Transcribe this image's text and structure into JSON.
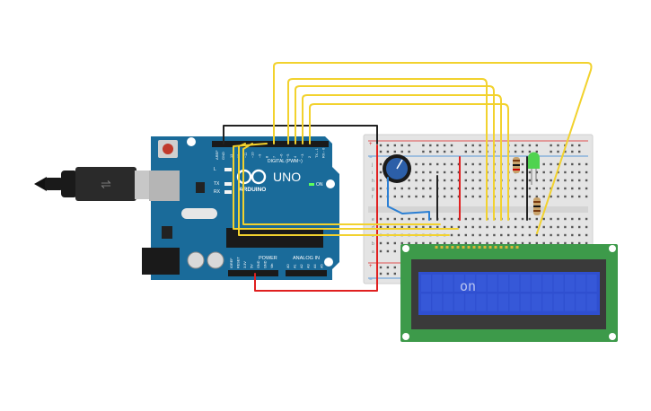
{
  "arduino": {
    "brand": "ARDUINO",
    "model": "UNO",
    "on_label": "ON",
    "tx_label": "TX",
    "rx_label": "RX",
    "l_label": "L",
    "digital_label": "DIGITAL (PWM~)",
    "power_label": "POWER",
    "analog_label": "ANALOG IN",
    "aref_label": "AREF",
    "gnd_label": "GND",
    "pin_labels_digital": [
      "13",
      "12",
      "~11",
      "~10",
      "~9",
      "8",
      "7",
      "~6",
      "~5",
      "4",
      "~3",
      "2",
      "TX→1",
      "RX←0"
    ],
    "pin_labels_power": [
      "IOREF",
      "RESET",
      "3.3V",
      "5V",
      "GND",
      "GND",
      "Vin"
    ],
    "pin_labels_analog": [
      "A0",
      "A1",
      "A2",
      "A3",
      "A4",
      "A5"
    ]
  },
  "breadboard": {
    "row_letters_top": [
      "j",
      "i",
      "h",
      "g",
      "f"
    ],
    "row_letters_bottom": [
      "e",
      "d",
      "c",
      "b",
      "a"
    ],
    "plus_label": "+",
    "minus_label": "−"
  },
  "lcd": {
    "display_text": "on"
  },
  "colors": {
    "arduino_board": "#1a6b9a",
    "wire_yellow": "#f2d22e",
    "wire_black": "#222222",
    "wire_red": "#e02020",
    "wire_blue": "#2a7fd4",
    "lcd_pcb": "#3d9a4a",
    "lcd_screen": "#2f4fd0",
    "led_green": "#4fd34f",
    "breadboard": "#e4e4e4"
  }
}
